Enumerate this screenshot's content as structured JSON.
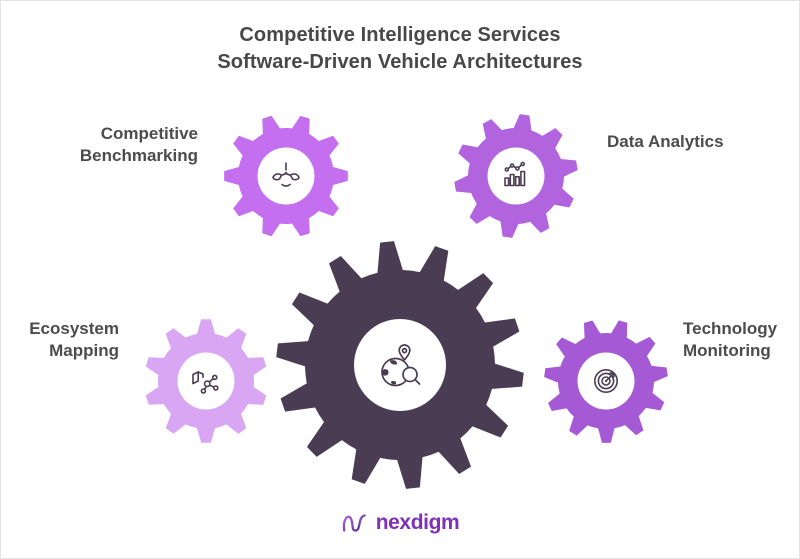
{
  "title": {
    "line1": "Competitive Intelligence Services",
    "line2": "Software-Driven Vehicle Architectures"
  },
  "center_gear": {
    "icon": "globe-pin-magnifier-icon",
    "color": "#4a3d53"
  },
  "nodes": [
    {
      "label": "Competitive Benchmarking",
      "icon": "benchmarking-hands-exclamation-icon",
      "color": "#c46ef0"
    },
    {
      "label": "Data Analytics",
      "icon": "bar-chart-trend-icon",
      "color": "#b263de"
    },
    {
      "label": "Ecosystem Mapping",
      "icon": "map-network-icon",
      "color": "#d8a6f2"
    },
    {
      "label": "Technology Monitoring",
      "icon": "radar-arrow-icon",
      "color": "#a659d4"
    }
  ],
  "footer": {
    "logo_text": "nexdigm",
    "logo_icon": "nexdigm-wave-icon"
  },
  "colors": {
    "background": "#ffffff",
    "title_text": "#484848",
    "label_text": "#4c4c4c",
    "icon_stroke": "#4a3d53",
    "logo_text": "#7e30b8",
    "logo_gradient_start": "#a866e0",
    "logo_gradient_end": "#5d2d8f"
  }
}
